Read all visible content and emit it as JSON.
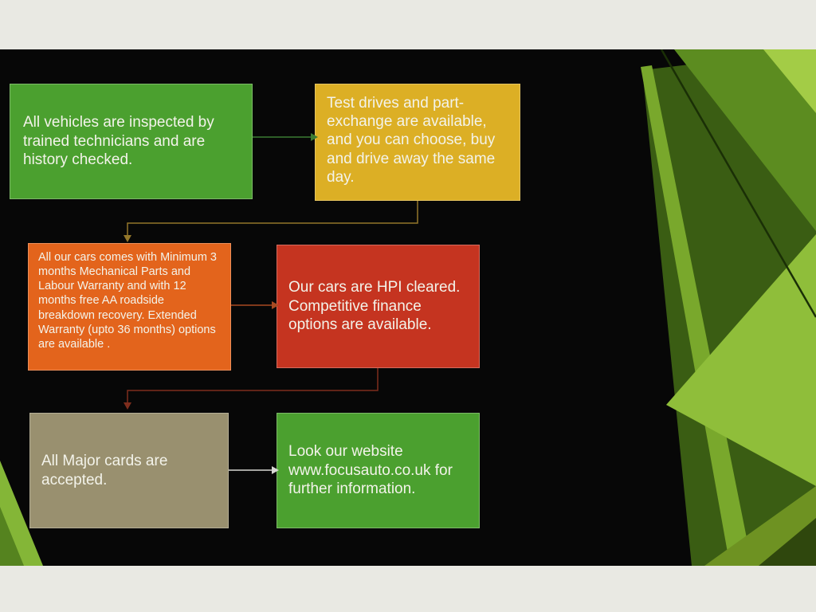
{
  "page": {
    "background": "#e9e9e3"
  },
  "slide": {
    "background": "#070707",
    "text_color": "#f3f3ea"
  },
  "boxes": [
    {
      "name": "inspected",
      "text": "All vehicles are inspected by trained technicians and are history checked.",
      "color": "#4ba02f"
    },
    {
      "name": "test-drives",
      "text": "Test drives and part-exchange are available, and you can choose, buy and drive away the same day.",
      "color": "#dcaf25"
    },
    {
      "name": "warranty",
      "text": "All our cars comes with Minimum 3 months Mechanical Parts and Labour Warranty and with 12 months free AA roadside breakdown recovery. Extended Warranty (upto 36 months) options are available .",
      "color": "#e3641c"
    },
    {
      "name": "hpi-cleared",
      "text": "Our cars are HPI cleared. Competitive finance options are available.",
      "color": "#c53420"
    },
    {
      "name": "cards",
      "text": "All Major cards are accepted.",
      "color": "#99906f"
    },
    {
      "name": "website",
      "text": "Look our website www.focusauto.co.uk for further information.",
      "color": "#4ba02f"
    }
  ],
  "connectors": [
    {
      "from": "inspected",
      "to": "test-drives",
      "color": "#3c7c33"
    },
    {
      "from": "test-drives",
      "to": "warranty",
      "color": "#93772a"
    },
    {
      "from": "warranty",
      "to": "hpi-cleared",
      "color": "#a84a22"
    },
    {
      "from": "hpi-cleared",
      "to": "cards",
      "color": "#7e2d1d"
    },
    {
      "from": "cards",
      "to": "website",
      "color": "#d8d8d4"
    }
  ],
  "decor": {
    "greens": [
      "#3a5d13",
      "#8fbe3a",
      "#5c8c20",
      "#a3cc46",
      "#6e9222",
      "#2f470d",
      "#79a82c",
      "#84b637",
      "#55831f",
      "#1a2f06"
    ]
  }
}
